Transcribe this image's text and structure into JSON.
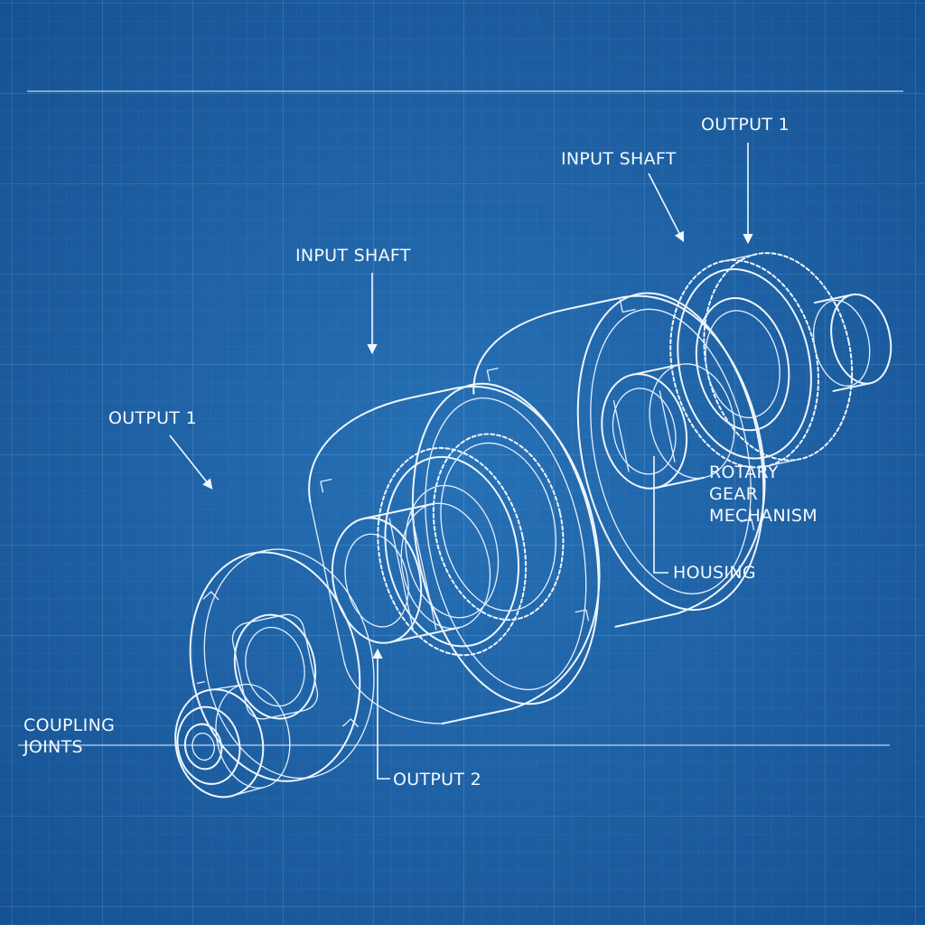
{
  "labels": {
    "output_1_top": "OUTPUT 1",
    "input_shaft_top": "INPUT SHAFT",
    "input_shaft_mid": "INPUT SHAFT",
    "output_1_left": "OUTPUT 1",
    "rotary_line1": "ROTARY",
    "rotary_line2": "GEAR",
    "rotary_line3": "MECHANISM",
    "housing": "HOUSING",
    "coupling_line1": "COUPLING",
    "coupling_line2": "JOINTS",
    "output_2": "OUTPUT 2"
  },
  "colors": {
    "background": "#1c62a6",
    "linework": "#eef6ff"
  }
}
